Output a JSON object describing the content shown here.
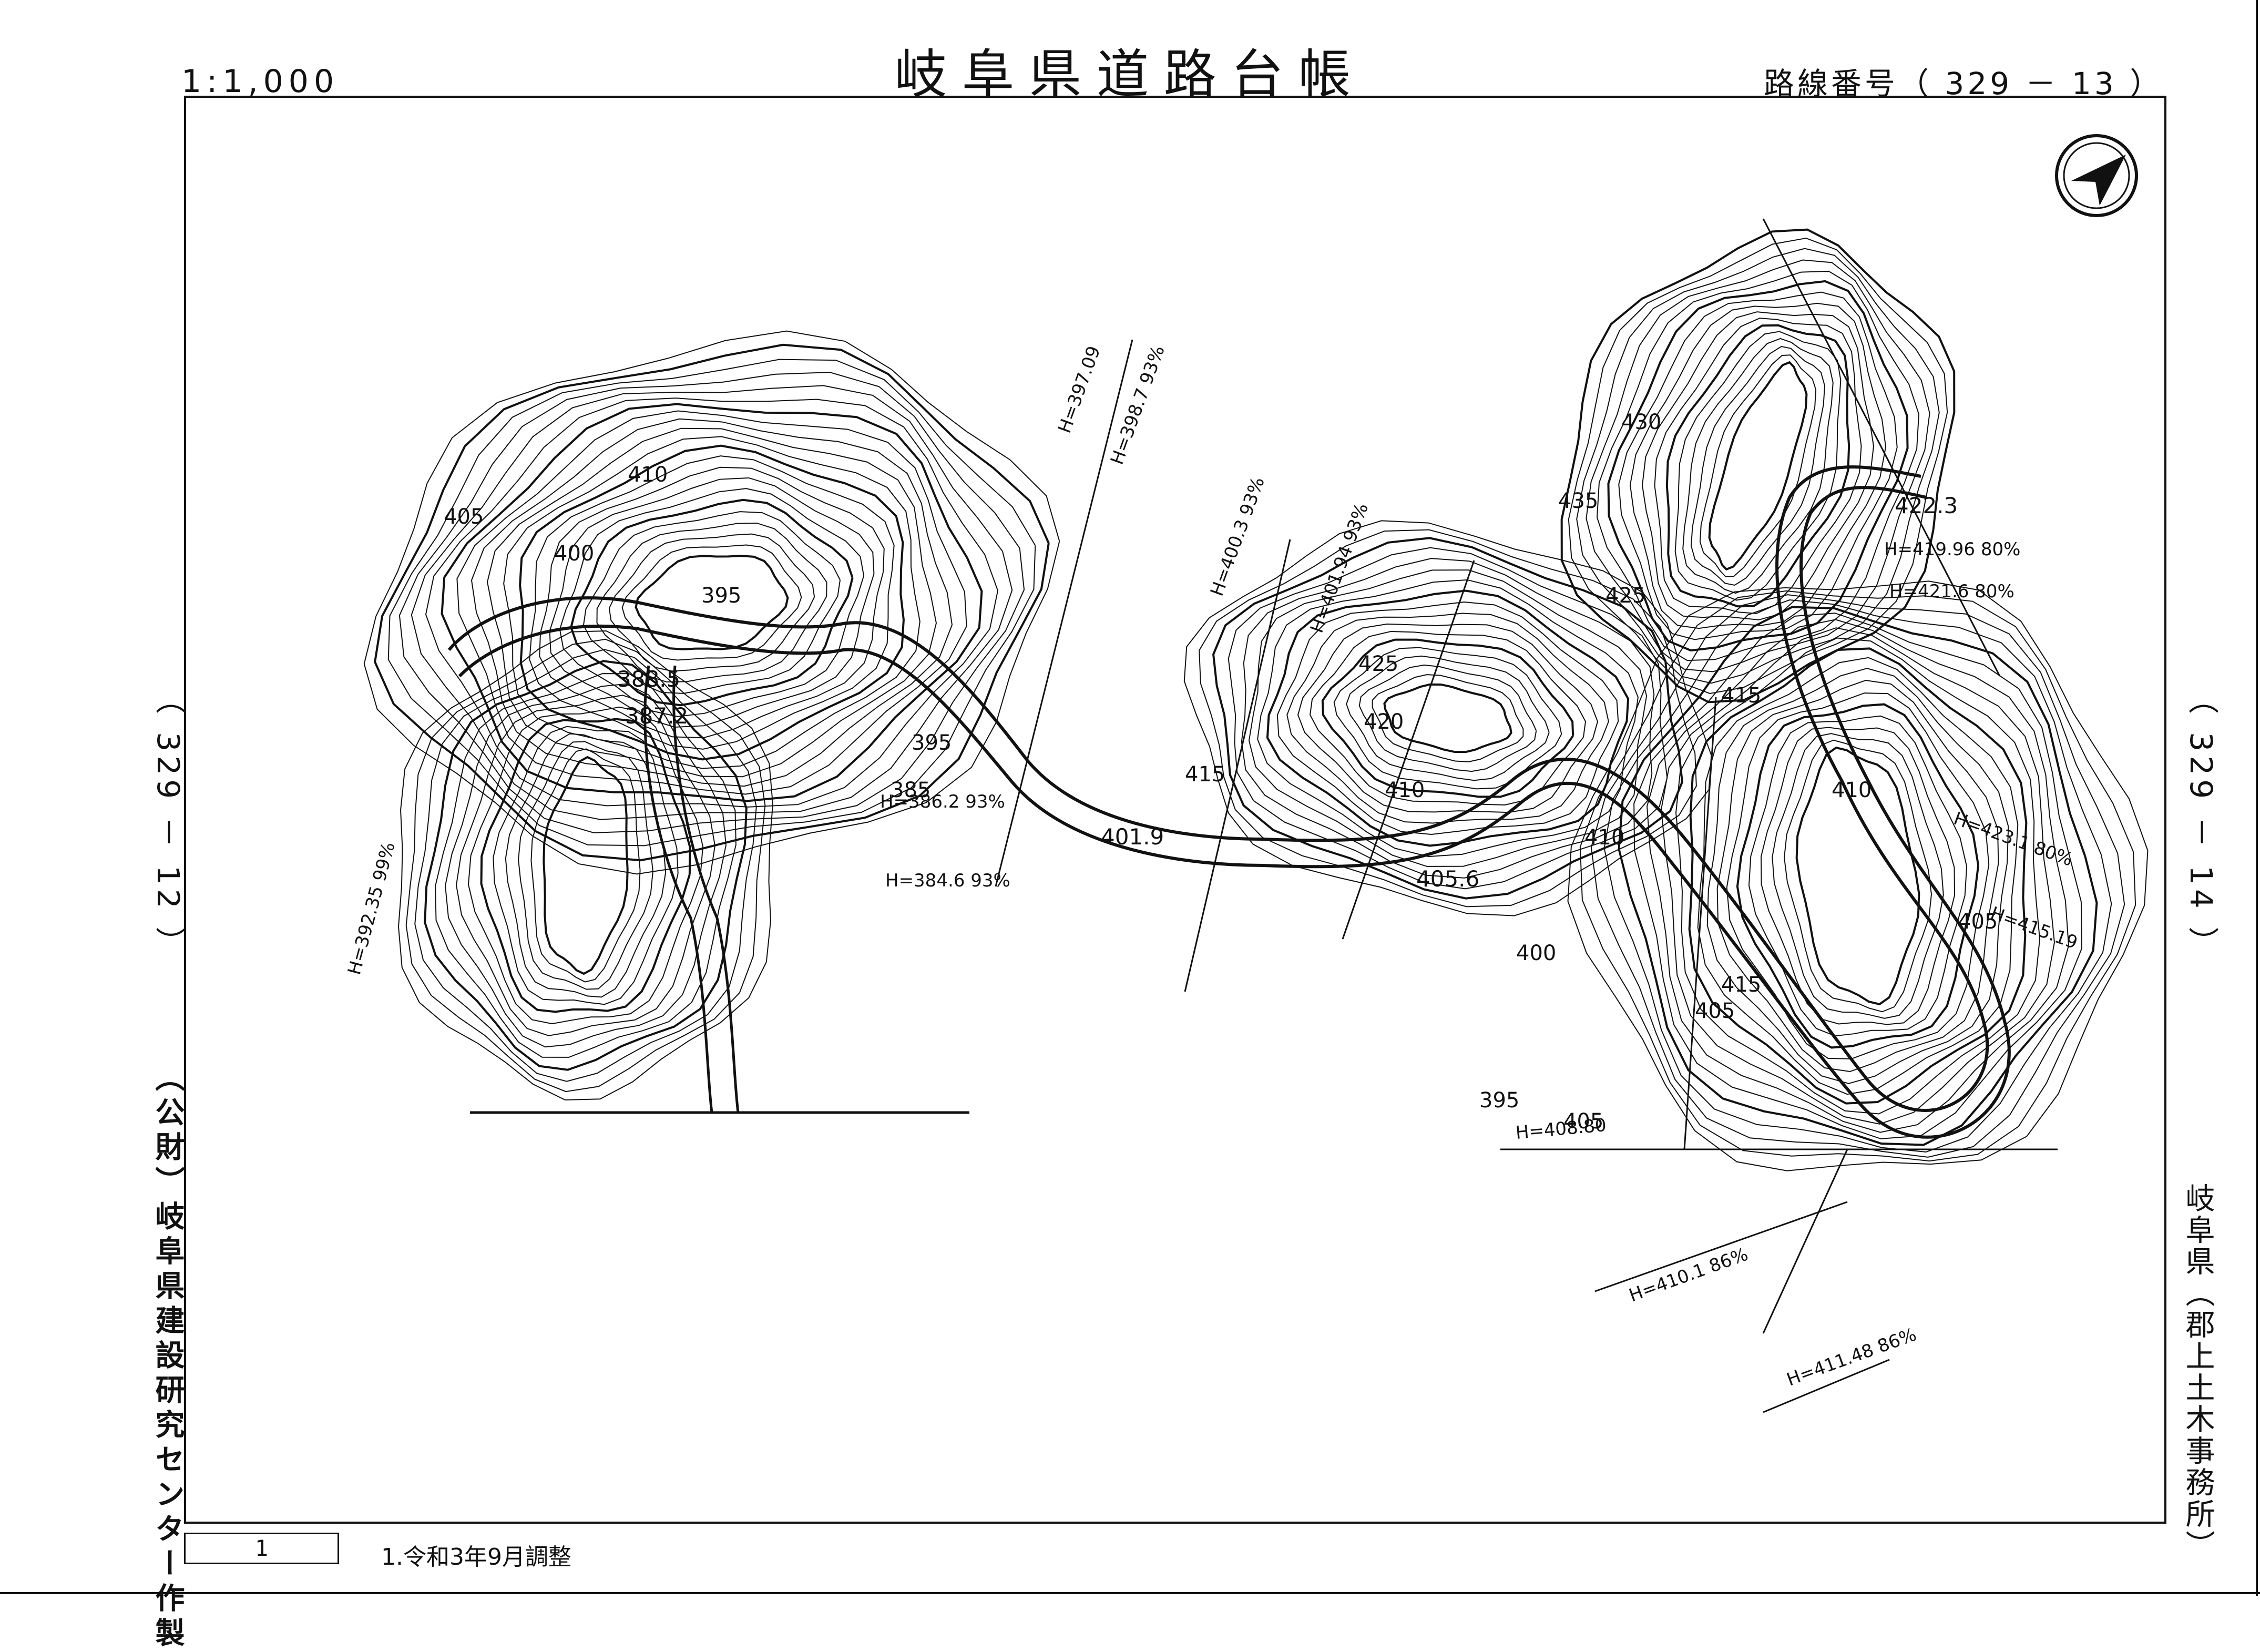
{
  "header": {
    "scale": "1:1,000",
    "title": "岐阜県道路台帳",
    "route_label": "路線番号（ 329 － 13 ）"
  },
  "adjacent_sheets": {
    "left": "（ 329 － 12 ）",
    "right": "（ 329 － 14 ）"
  },
  "side_labels": {
    "maker": "（公財）岐阜県建設研究センター作製",
    "office": "岐阜県（郡上土木事務所）"
  },
  "footer": {
    "sheet_number": "1",
    "revision_note": "1.令和3年9月調整"
  },
  "map": {
    "icons": [
      "north-arrow-icon"
    ],
    "contour_labels": [
      "405",
      "410",
      "400",
      "395",
      "385",
      "395",
      "425",
      "420",
      "415",
      "410",
      "435",
      "430",
      "425",
      "415",
      "410",
      "405",
      "400",
      "395",
      "405",
      "415",
      "410",
      "405"
    ],
    "elevation_labels": [
      "388.5",
      "387.2",
      "401.9",
      "405.6",
      "422.3"
    ],
    "section_labels": [
      "H=397.09",
      "H=398.7 93%",
      "H=400.3 93%",
      "H=401.94 93%",
      "H=386.2 93%",
      "H=384.6 93%",
      "H=392.35 99%",
      "H=423.1 80%",
      "H=415.19",
      "H=419.96 80%",
      "H=421.6 80%",
      "H=408.80",
      "H=410.1 86%",
      "H=411.48 86%"
    ]
  }
}
